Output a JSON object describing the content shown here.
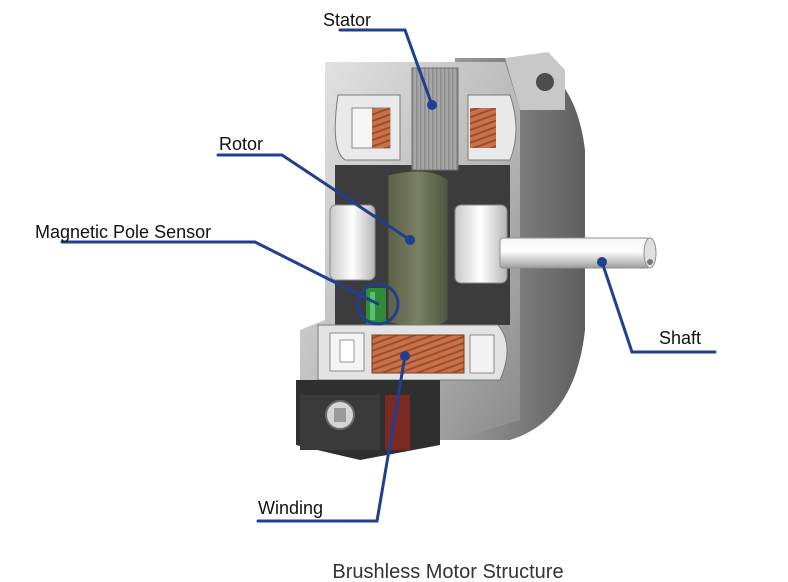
{
  "diagram": {
    "caption": "Brushless Motor Structure",
    "labels": {
      "stator": "Stator",
      "rotor": "Rotor",
      "magnetic_pole_sensor": "Magnetic Pole Sensor",
      "shaft": "Shaft",
      "winding": "Winding"
    }
  },
  "colors": {
    "leader_line": "#1f3f8f",
    "copper": "#c8714a",
    "metal_light": "#d9d9d9",
    "metal_mid": "#a9a9a9",
    "metal_dark": "#6a6a6a",
    "magnet": "#6f7458"
  }
}
